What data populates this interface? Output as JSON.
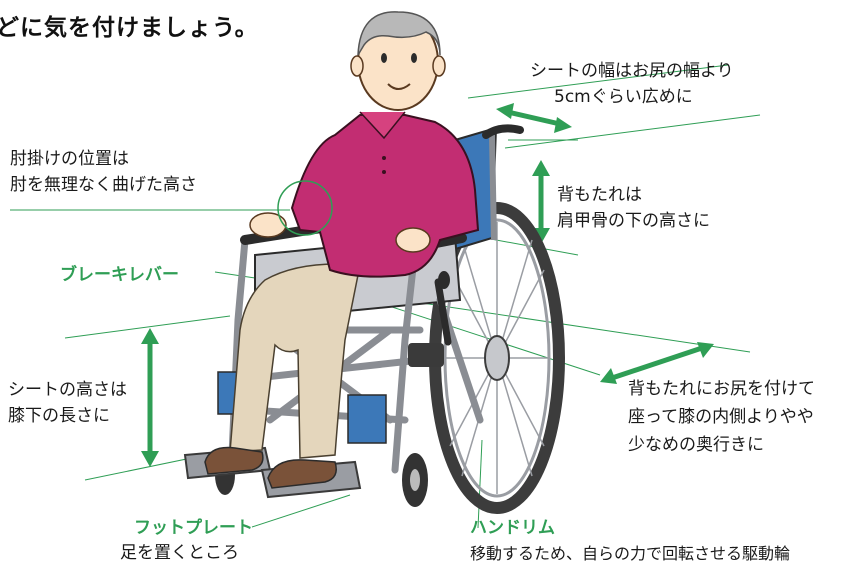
{
  "heading": "どに気を付けましょう。",
  "colors": {
    "accent_green": "#2f9e55",
    "skin": "#fbe3c8",
    "shirt": "#c22d72",
    "pants": "#e4d6bc",
    "frame": "#8a8d93",
    "seat_blue": "#3c78b8",
    "shoes": "#7a5239"
  },
  "labels": {
    "seat_width": {
      "line1": "シートの幅はお尻の幅より",
      "line2": "5cmぐらい広めに"
    },
    "armrest": {
      "line1": "肘掛けの位置は",
      "line2": "肘を無理なく曲げた高さ"
    },
    "backrest": {
      "line1": "背もたれは",
      "line2": "肩甲骨の下の高さに"
    },
    "brake": "ブレーキレバー",
    "seat_height": {
      "line1": "シートの高さは",
      "line2": "膝下の長さに"
    },
    "depth": {
      "line1": "背もたれにお尻を付けて",
      "line2": "座って膝の内側よりやや",
      "line3": "少なめの奥行きに"
    },
    "footplate": {
      "title": "フットプレート",
      "desc": "足を置くところ"
    },
    "handrim": {
      "title": "ハンドリム",
      "desc": "移動するため、自らの力で回転させる駆動輪"
    }
  }
}
